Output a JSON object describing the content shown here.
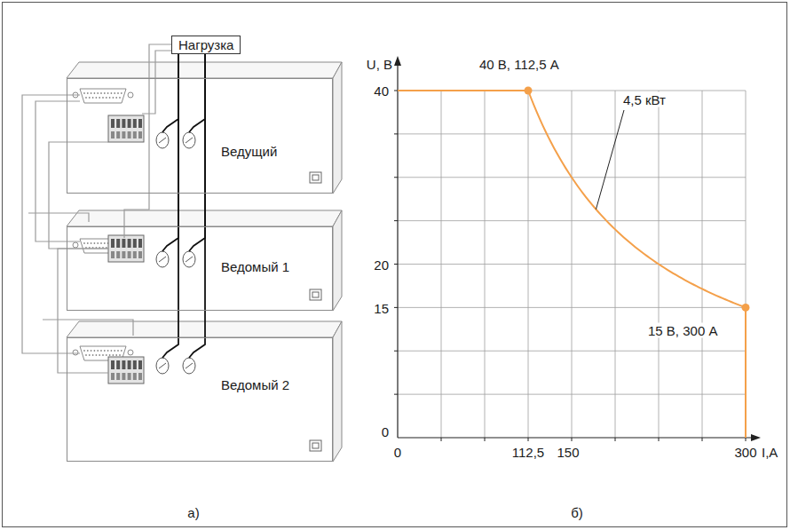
{
  "diagram": {
    "nodes": [
      {
        "text": [
          "Нагрузка"
        ]
      },
      {
        "text": [
          "Ведущий"
        ]
      },
      {
        "text": [
          "Ведомый 1"
        ]
      },
      {
        "text": [
          "Ведомый 2"
        ]
      }
    ],
    "edges": [
      {
        "from": 0,
        "to": 1,
        "arrow": "none"
      },
      {
        "from": 0,
        "to": 2,
        "arrow": "none"
      },
      {
        "from": 0,
        "to": 3,
        "arrow": "none"
      }
    ],
    "labels": [
      "U, В",
      "40",
      "20",
      "15",
      "0",
      "0",
      "112,5",
      "150",
      "300",
      "I,A",
      "40 В, 112,5 А",
      "4,5 кВт",
      "15 В, 300 А",
      "а)",
      "б)"
    ]
  }
}
